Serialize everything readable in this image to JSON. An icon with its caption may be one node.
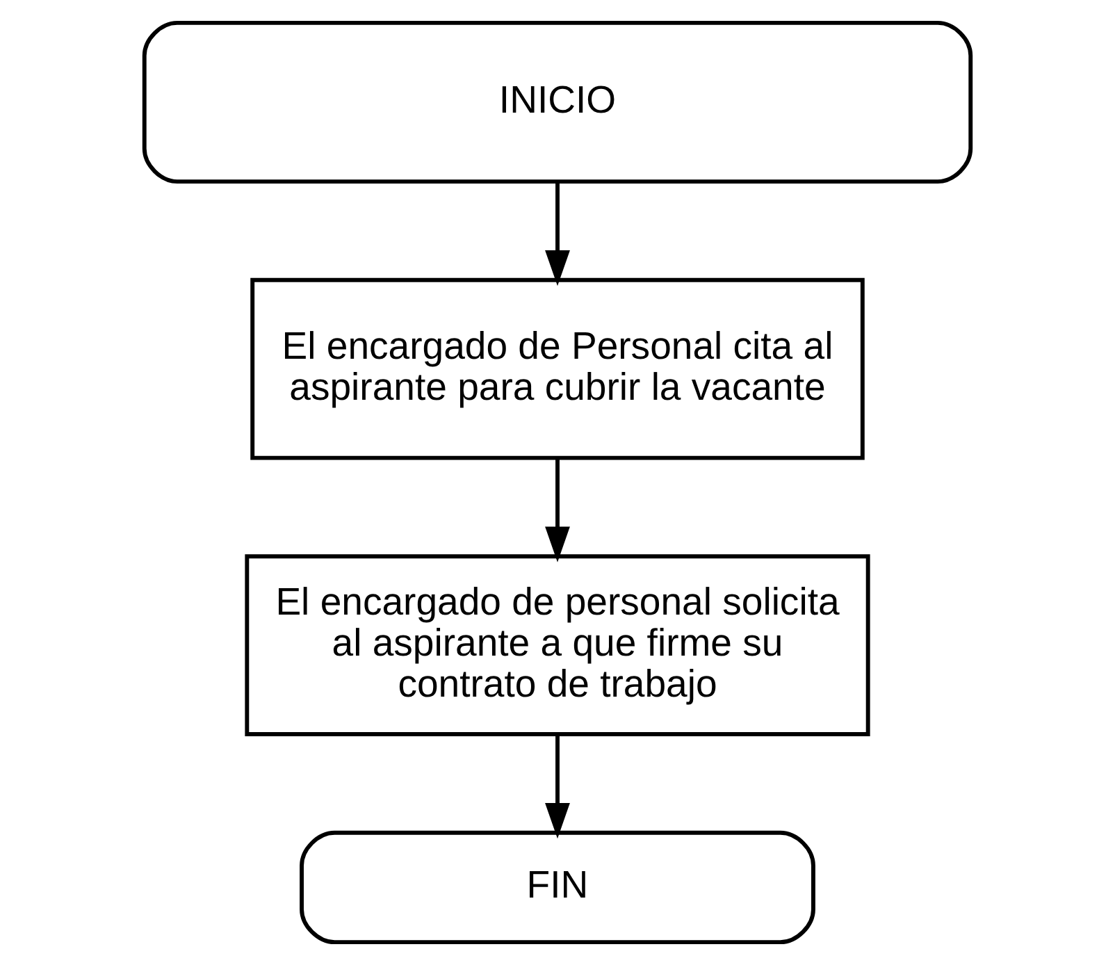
{
  "diagram": {
    "nodes": [
      {
        "text": [
          "INICIO"
        ]
      },
      {
        "text": [
          "El encargado de Personal cita al aspirante para cubrir la vacante"
        ]
      },
      {
        "text": [
          "El encargado de personal solicita al aspirante a que firme su contrato de trabajo"
        ]
      },
      {
        "text": [
          "FIN"
        ]
      }
    ],
    "edges": [
      {
        "from": 0,
        "to": 1,
        "arrow": "to"
      },
      {
        "from": 1,
        "to": 2,
        "arrow": "to"
      },
      {
        "from": 2,
        "to": 3,
        "arrow": "to"
      }
    ]
  }
}
